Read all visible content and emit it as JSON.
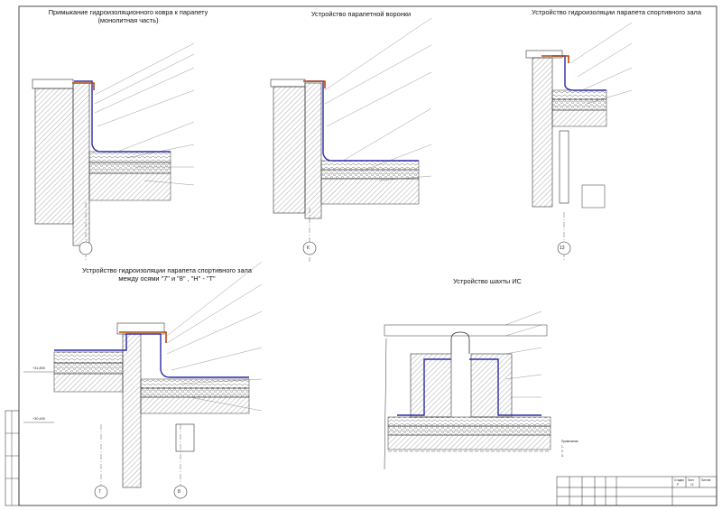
{
  "titles": {
    "t1": "Примыкание гидроизоляционного ковра к парапету\n(монолитная часть)",
    "t2": "Устройство парапетной воронки",
    "t3": "Устройство гидроизоляции парапета спортивного зала",
    "t4": "Устройство гидроизоляции парапета спортивного зала\nмежду осями \"7\" и \"8\" , \"Н\" - \"Т\"",
    "t5": "Устройство шахты ИС"
  },
  "axes": [
    "К",
    "13",
    "7",
    "8"
  ],
  "levels": [
    "+31,800",
    "+30,400"
  ],
  "notes_block": {
    "header": "Примечание:",
    "items": [
      "1.",
      "2.",
      "3."
    ]
  },
  "stamp": {
    "sheet_label": "Лист",
    "sheets_label": "Листов",
    "stage_label": "Стадия",
    "stage": "Р",
    "sheet_no": "12"
  }
}
